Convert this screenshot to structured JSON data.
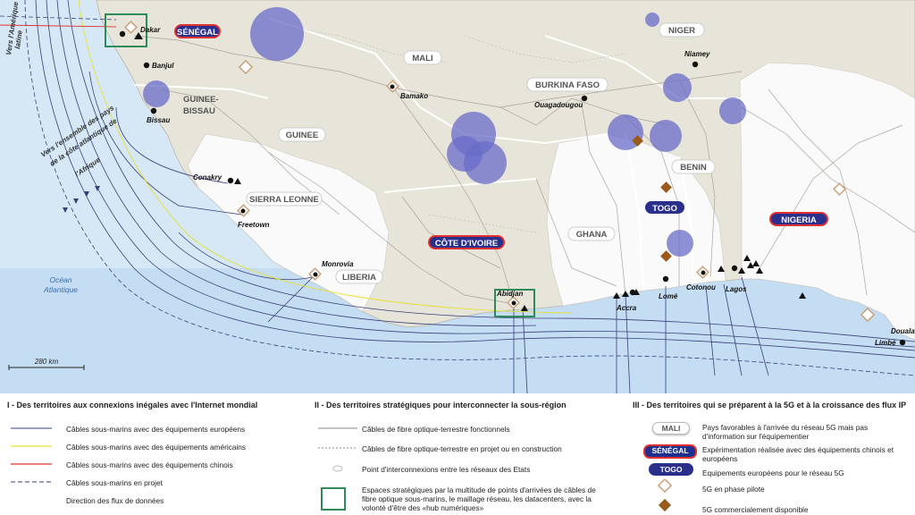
{
  "map": {
    "countries": {
      "senegal": "SÉNÉGAL",
      "mali": "MALI",
      "niger": "NIGER",
      "guinee_bissau": "GUINEE-\nBISSAU",
      "guinee_bissau_l1": "GUINEE-",
      "guinee_bissau_l2": "BISSAU",
      "guinee": "GUINEE",
      "burkina": "BURKINA FASO",
      "benin": "BENIN",
      "togo": "TOGO",
      "nigeria": "NIGERIA",
      "sierra_leone": "SIERRA LEONNE",
      "cote_ivoire": "CÔTE D'IVOIRE",
      "ghana": "GHANA",
      "liberia": "LIBERIA"
    },
    "cities": {
      "dakar": "Dakar",
      "banjul": "Banjul",
      "bissau": "Bissau",
      "bamako": "Bamako",
      "niamey": "Niamey",
      "ouagadougou": "Ouagadougou",
      "conakry": "Conakry",
      "freetown": "Freetown",
      "monrovia": "Monrovia",
      "abidjan": "Abidjan",
      "accra": "Accra",
      "lome": "Lomé",
      "cotonou": "Cotonou",
      "lagos": "Lagos",
      "douala": "Douala",
      "limbe": "Limbé"
    },
    "annotations": {
      "vers_amerique_l1": "Vers l'Amérique",
      "vers_amerique_l2": "latine",
      "vers_ensemble_l1": "Vers l'ensemble des pays",
      "vers_ensemble_l2": "de la côte atlantique de",
      "vers_ensemble_l3": "l'Afrique",
      "ocean_l1": "Océan",
      "ocean_l2": "Atlantique",
      "scale": "280 km"
    },
    "colors": {
      "sea": "#cfe3f5",
      "land": "#e6e3d8",
      "cable_eu": "#3a3f78",
      "cable_us": "#e8e030",
      "cable_cn": "#e03030",
      "circle": "#6a6cc8",
      "diamond_pilot": "#c9a27a",
      "diamond_commercial": "#9a5a1c"
    }
  },
  "legend": {
    "section1": {
      "title": "I - Des territoires aux connexions inégales avec l'Internet mondial",
      "items": [
        "Câbles sous-marins avec des équipements européens",
        "Câbles sous-marins avec des équipements américains",
        "Câbles sous-marins avec des équipements chinois",
        "Câbles sous-marins en projet",
        "Direction des flux de données"
      ]
    },
    "section2": {
      "title": "II - Des territoires stratégiques pour interconnecter la sous-région",
      "items": [
        "Câbles de fibre optique-terrestre fonctionnels",
        "Câbles de fibre optique-terrestre en projet ou en construction",
        "Point d'interconnexions entre les réseaux des Etats",
        "Espaces stratégiques par la multitude de points d'arrivées de câbles de fibre optique sous-marins, le maillage réseau, les datacenters, avec la volonté d'être des «hub numériques»"
      ]
    },
    "section3": {
      "title": "III - Des territoires qui se préparent à la 5G et à la croissance des flux IP",
      "badges": [
        "MALI",
        "SÉNÉGAL",
        "TOGO"
      ],
      "items": [
        "Pays favorables à l'arrivée du réseau 5G mais pas d'information sur l'équipementier",
        "Expérimentation réalisée avec des équipements chinois et européens",
        "Equipements européens pour le réseau 5G",
        "5G en phase pilote",
        "5G commercialement disponible"
      ]
    }
  }
}
